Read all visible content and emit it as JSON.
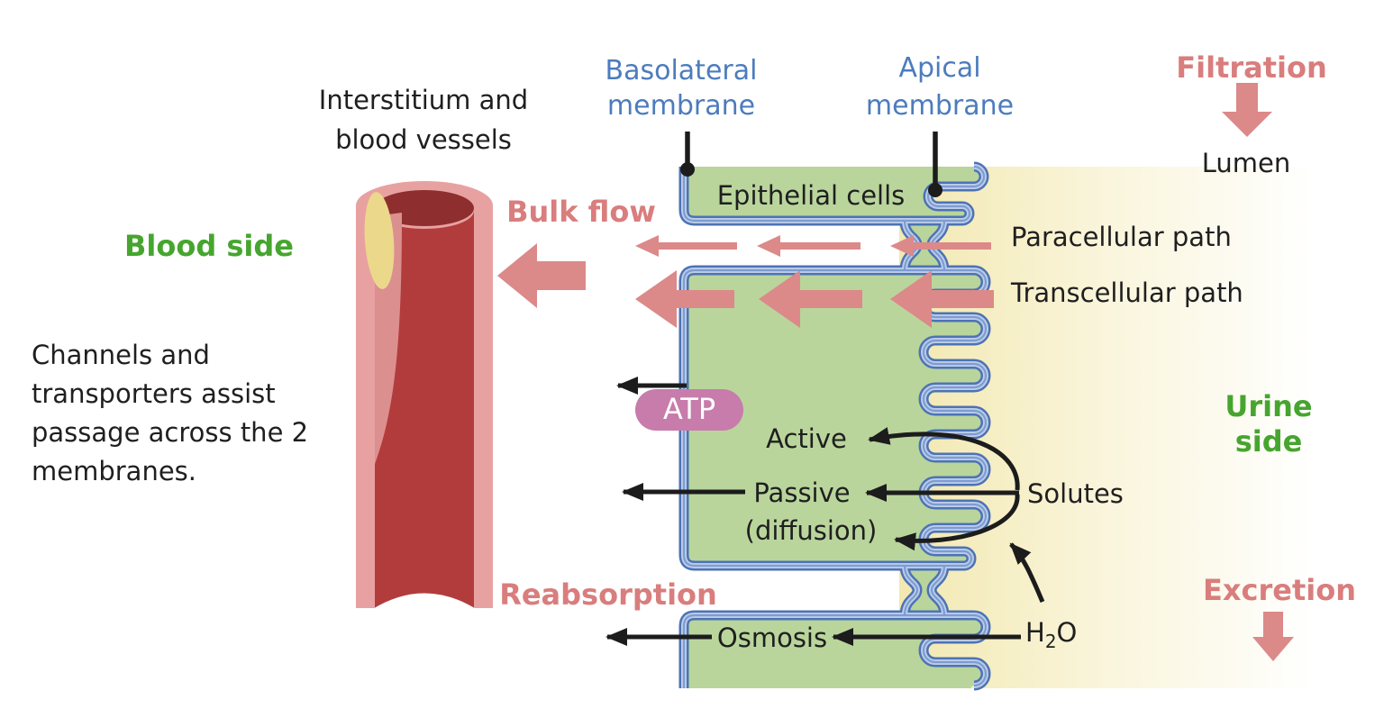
{
  "labels": {
    "basolateral": {
      "line1": "Basolateral",
      "line2": "membrane"
    },
    "apical": {
      "line1": "Apical",
      "line2": "membrane"
    },
    "filtration": "Filtration",
    "lumen": "Lumen",
    "interstitium": {
      "line1": "Interstitium and",
      "line2": "blood vessels"
    },
    "blood_side": "Blood side",
    "bulk_flow": "Bulk flow",
    "epithelial_cells": "Epithelial cells",
    "paracellular": "Paracellular path",
    "transcellular": "Transcellular path",
    "note": {
      "line1": "Channels and",
      "line2": "transporters assist",
      "line3": "passage across the 2",
      "line4": "membranes."
    },
    "atp": "ATP",
    "active": "Active",
    "passive": "Passive",
    "diffusion": "(diffusion)",
    "solutes": "Solutes",
    "urine_side": {
      "line1": "Urine",
      "line2": "side"
    },
    "reabsorption": "Reabsorption",
    "osmosis": "Osmosis",
    "h2o": {
      "h": "H",
      "sub": "2",
      "o": "O"
    },
    "excretion": "Excretion"
  },
  "palette": {
    "cell_green": "#b9d59c",
    "membrane_dark": "#4d73b4",
    "membrane_light": "#bccde9",
    "membrane_core": "#7e9cd2",
    "lumen_yellow": "#f2e8b0",
    "arrow_pink": "#dc8989",
    "heading_pink": "#d97d7d",
    "heading_green": "#46a52e",
    "label_blue": "#4c7cbd",
    "text_dark": "#1f1f1f",
    "atp_fill": "#c77cab",
    "atp_text": "#ffffff",
    "vessel_outer": "#e8a1a1",
    "vessel_inner": "#b23c3c",
    "vessel_rim": "#8e2e2e",
    "vessel_wall_light": "#dc8f8f",
    "vessel_fat_yellow": "#ebd88a"
  }
}
